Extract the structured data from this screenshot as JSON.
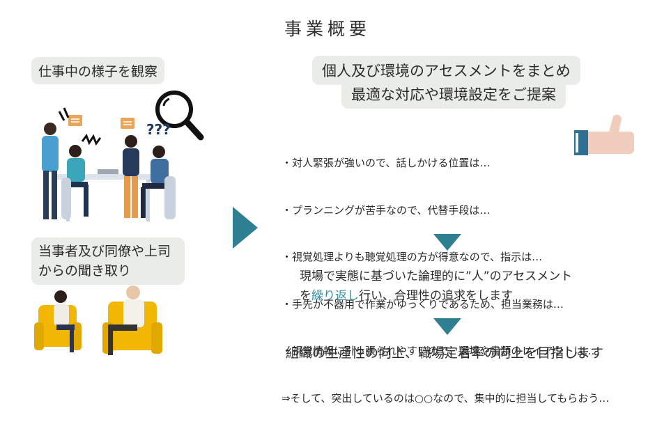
{
  "title": "事業概要",
  "left": {
    "observe_label": "仕事中の様子を観察",
    "interview_line1": "当事者及び同僚や上司",
    "interview_line2": "からの聞き取り",
    "question_marks": "???"
  },
  "right": {
    "summary_line1": "個人及び環境のアセスメントをまとめ",
    "summary_line2": "最適な対応や環境設定をご提案",
    "bullets": [
      "・対人緊張が強いので、話しかける位置は…",
      "・プランニングが苦手なので、代替手段は…",
      "・視覚処理よりも聴覚処理の方が得意なので、指示は…",
      "・手先が不器用で作業がゆっくりであるため、担当業務は…",
      "・視覚情報に引っ張られやすいので、環境や書類のレイアウトは…",
      "⇒そして、突出しているのは○○なので、集中的に担当してもらおう…"
    ],
    "process_line1": "現場で実態に基づいた論理的に”人”のアセスメント",
    "process_line2_pre": "を",
    "process_line2_accent": "繰り返し",
    "process_line2_post": "行い、合理性の追求をします",
    "goal": "組織の生産性の向上、職場定着率の向上を目指します"
  },
  "colors": {
    "accent": "#3c8ea1",
    "arrow": "#2f7f93",
    "pill_bg": "#e9ece7"
  }
}
